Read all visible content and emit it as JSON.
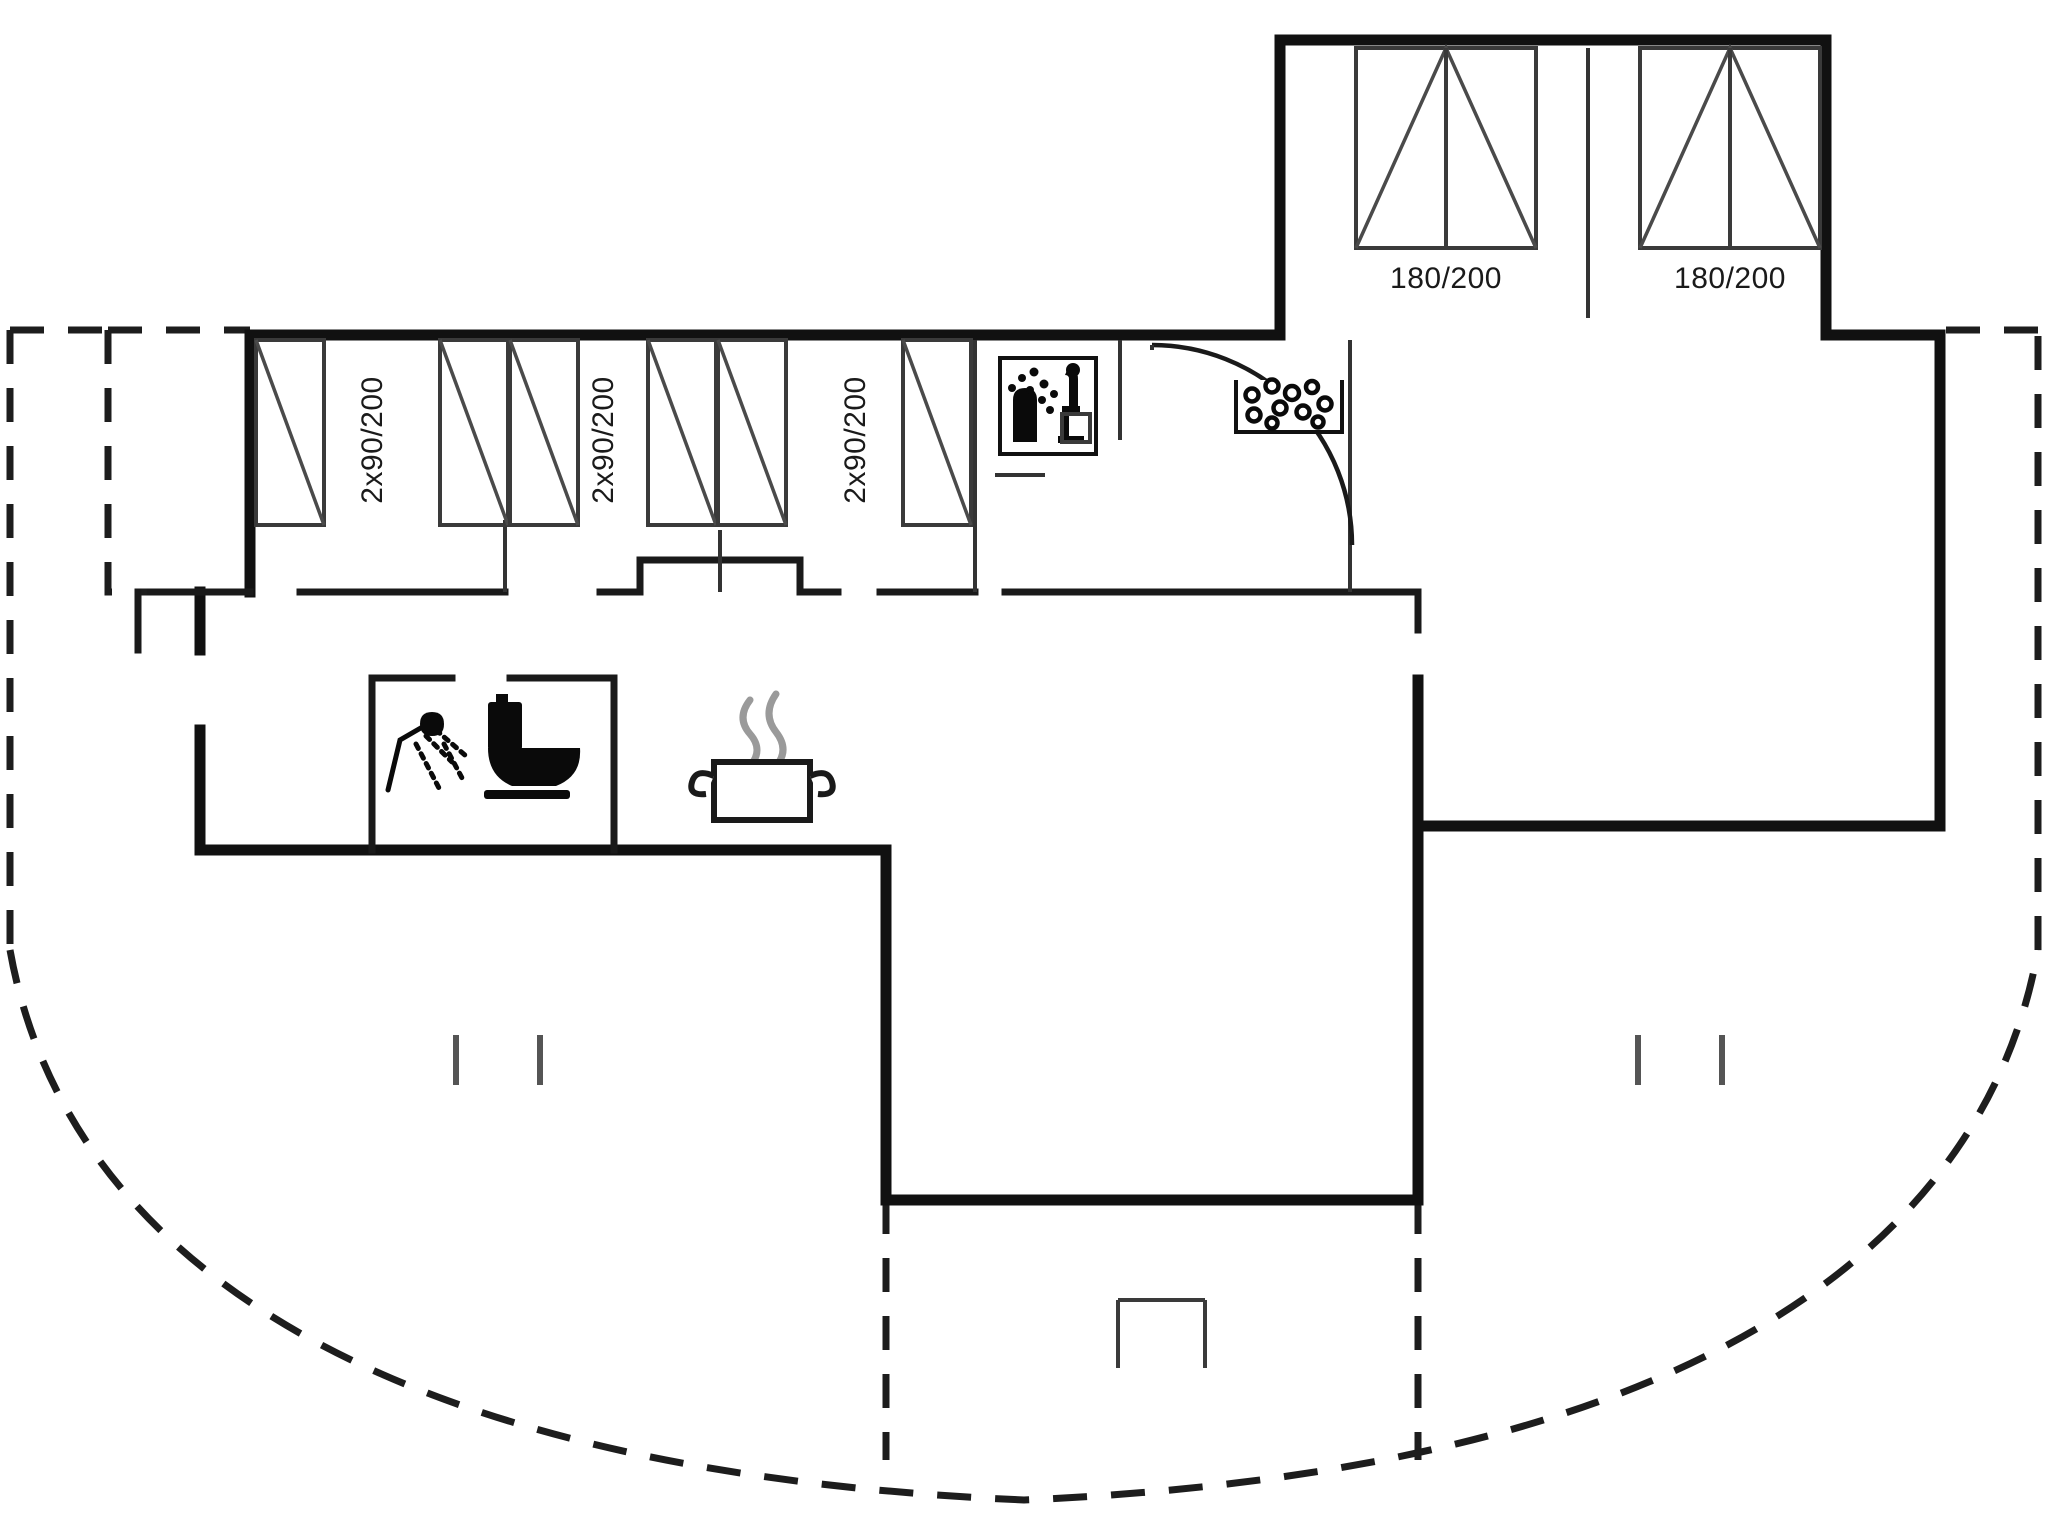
{
  "plan": {
    "title": "Holiday house floor plan",
    "background_color": "#ffffff",
    "wall_color": "#111111",
    "terrace_outline_color": "#1d1d1d",
    "icon_color": "#0a0a0a",
    "steam_color": "#9a9a9a"
  },
  "bed_labels": {
    "upper_left": "180/200",
    "upper_right": "180/200",
    "room_one": "2x90/200",
    "room_two": "2x90/200",
    "room_three": "2x90/200"
  },
  "icons": {
    "sauna": "sauna-icon",
    "whirlpool": "whirlpool-icon",
    "shower": "shower-icon",
    "toilet": "toilet-icon",
    "kitchen": "cooking-pot-icon"
  },
  "rooms": [
    {
      "name": "bedroom-upper-left",
      "bed_label": "180/200",
      "bed_count": 1
    },
    {
      "name": "bedroom-upper-right",
      "bed_label": "180/200",
      "bed_count": 1
    },
    {
      "name": "bedroom-one",
      "bed_label": "2x90/200",
      "bed_count": 2
    },
    {
      "name": "bedroom-two",
      "bed_label": "2x90/200",
      "bed_count": 2
    },
    {
      "name": "bedroom-three",
      "bed_label": "2x90/200",
      "bed_count": 2
    },
    {
      "name": "sauna-room",
      "bed_label": "",
      "bed_count": 0
    },
    {
      "name": "whirlpool-room",
      "bed_label": "",
      "bed_count": 0
    },
    {
      "name": "bathroom",
      "bed_label": "",
      "bed_count": 0
    },
    {
      "name": "kitchen-living",
      "bed_label": "",
      "bed_count": 0
    },
    {
      "name": "terrace",
      "bed_label": "",
      "bed_count": 0
    }
  ]
}
